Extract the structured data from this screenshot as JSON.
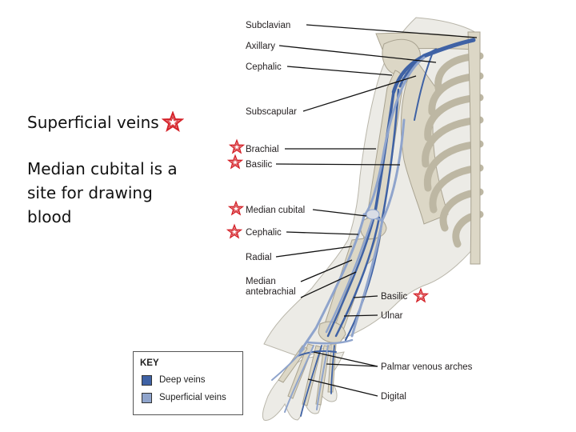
{
  "notes": {
    "title": "Superficial veins",
    "body": "Median cubital is a site for drawing blood"
  },
  "labels": {
    "subclavian": "Subclavian",
    "axillary": "Axillary",
    "cephalic_upper": "Cephalic",
    "subscapular": "Subscapular",
    "brachial": "Brachial",
    "basilic_upper": "Basilic",
    "median_cubital": "Median cubital",
    "cephalic_lower": "Cephalic",
    "radial": "Radial",
    "median_antebrachial_1": "Median",
    "median_antebrachial_2": "antebrachial",
    "basilic_lower": "Basilic",
    "ulnar": "Ulnar",
    "palmar": "Palmar venous arches",
    "digital": "Digital"
  },
  "key": {
    "title": "KEY",
    "deep": "Deep veins",
    "superficial": "Superficial veins"
  },
  "colors": {
    "deep": "#3f62a5",
    "superficial": "#8fa4cc",
    "star": "#d42027",
    "bone": "#dcd7c6",
    "limb": "#ecebe6"
  },
  "icons": {
    "marker": "star-icon"
  }
}
